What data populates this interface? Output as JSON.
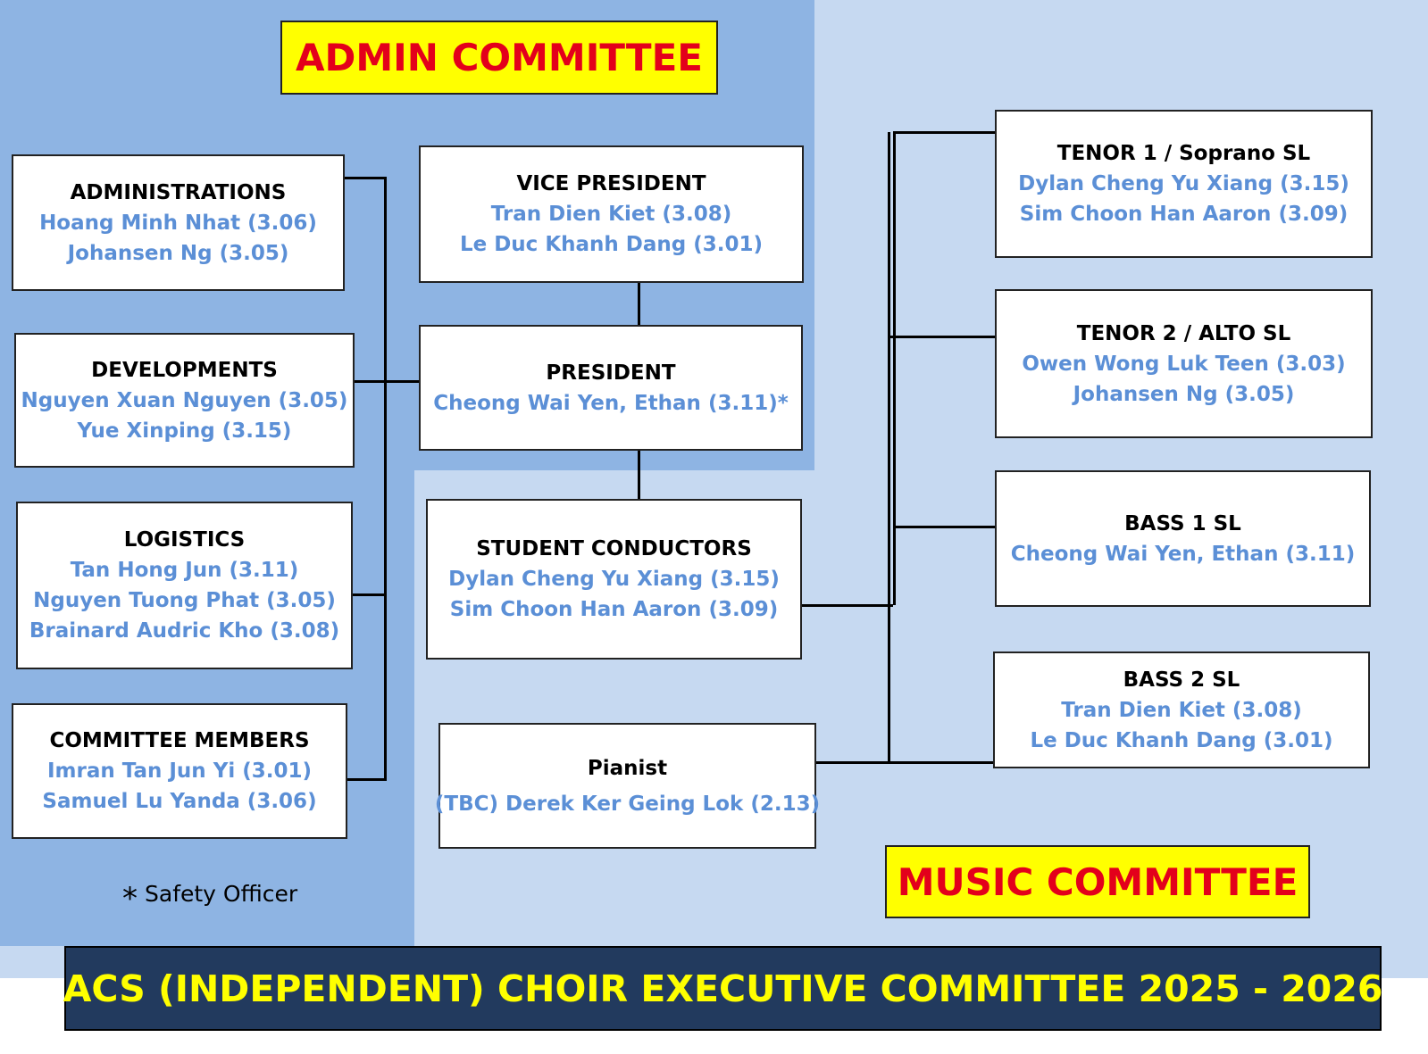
{
  "labels": {
    "admin": "ADMIN COMMITTEE",
    "music": "MUSIC COMMITTEE",
    "footer": "ACS (INDEPENDENT) CHOIR EXECUTIVE COMMITTEE 2025 - 2026",
    "note_star": "*",
    "note_text": "Safety Officer"
  },
  "colors": {
    "admin_bg": "#8eb4e3",
    "music_bg": "#c6d9f1",
    "member_text": "#5b8fd6",
    "label_bg": "#ffff00",
    "label_text": "#e3001b",
    "footer_bg": "#223a5e",
    "footer_text": "#ffff00"
  },
  "admin": {
    "administrations": {
      "title": "ADMINISTRATIONS",
      "members": [
        "Hoang Minh Nhat (3.06)",
        "Johansen Ng (3.05)"
      ]
    },
    "developments": {
      "title": "DEVELOPMENTS",
      "members": [
        "Nguyen Xuan Nguyen (3.05)",
        "Yue Xinping (3.15)"
      ]
    },
    "logistics": {
      "title": "LOGISTICS",
      "members": [
        "Tan Hong Jun (3.11)",
        "Nguyen Tuong Phat (3.05)",
        "Brainard Audric Kho (3.08)"
      ]
    },
    "committee_members": {
      "title": "COMMITTEE MEMBERS",
      "members": [
        "Imran Tan Jun Yi (3.01)",
        "Samuel Lu Yanda (3.06)"
      ]
    },
    "vice_president": {
      "title": "VICE PRESIDENT",
      "members": [
        "Tran Dien Kiet (3.08)",
        "Le Duc Khanh Dang (3.01)"
      ]
    },
    "president": {
      "title": "PRESIDENT",
      "members": [
        "Cheong Wai Yen, Ethan (3.11)*"
      ]
    }
  },
  "music": {
    "student_conductors": {
      "title": "STUDENT CONDUCTORS",
      "members": [
        "Dylan Cheng Yu Xiang (3.15)",
        "Sim Choon Han Aaron (3.09)"
      ]
    },
    "pianist": {
      "title": "Pianist",
      "members": [
        "(TBC) Derek Ker Geing Lok (2.13)"
      ]
    },
    "tenor1": {
      "title": "TENOR 1 / Soprano SL",
      "members": [
        "Dylan Cheng Yu Xiang (3.15)",
        "Sim Choon Han Aaron (3.09)"
      ]
    },
    "tenor2": {
      "title": "TENOR 2 / ALTO SL",
      "members": [
        "Owen Wong Luk Teen (3.03)",
        "Johansen Ng (3.05)"
      ]
    },
    "bass1": {
      "title": "BASS 1 SL",
      "members": [
        "Cheong Wai Yen, Ethan (3.11)"
      ]
    },
    "bass2": {
      "title": "BASS 2 SL",
      "members": [
        "Tran Dien Kiet (3.08)",
        "Le Duc Khanh Dang (3.01)"
      ]
    }
  }
}
